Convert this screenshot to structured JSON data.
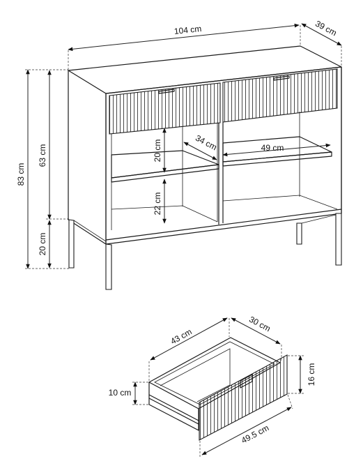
{
  "dimensions": {
    "width": "104 cm",
    "depth": "39 cm",
    "total_height": "83 cm",
    "body_height": "63 cm",
    "leg_height": "20 cm",
    "shelf_gap_upper": "20 cm",
    "shelf_gap_lower": "22 cm",
    "shelf_depth": "34 cm",
    "shelf_width": "49 cm"
  },
  "drawer": {
    "inner_width": "43 cm",
    "inner_depth": "30 cm",
    "front_height": "16 cm",
    "side_height": "10 cm",
    "front_width": "49.5 cm"
  }
}
